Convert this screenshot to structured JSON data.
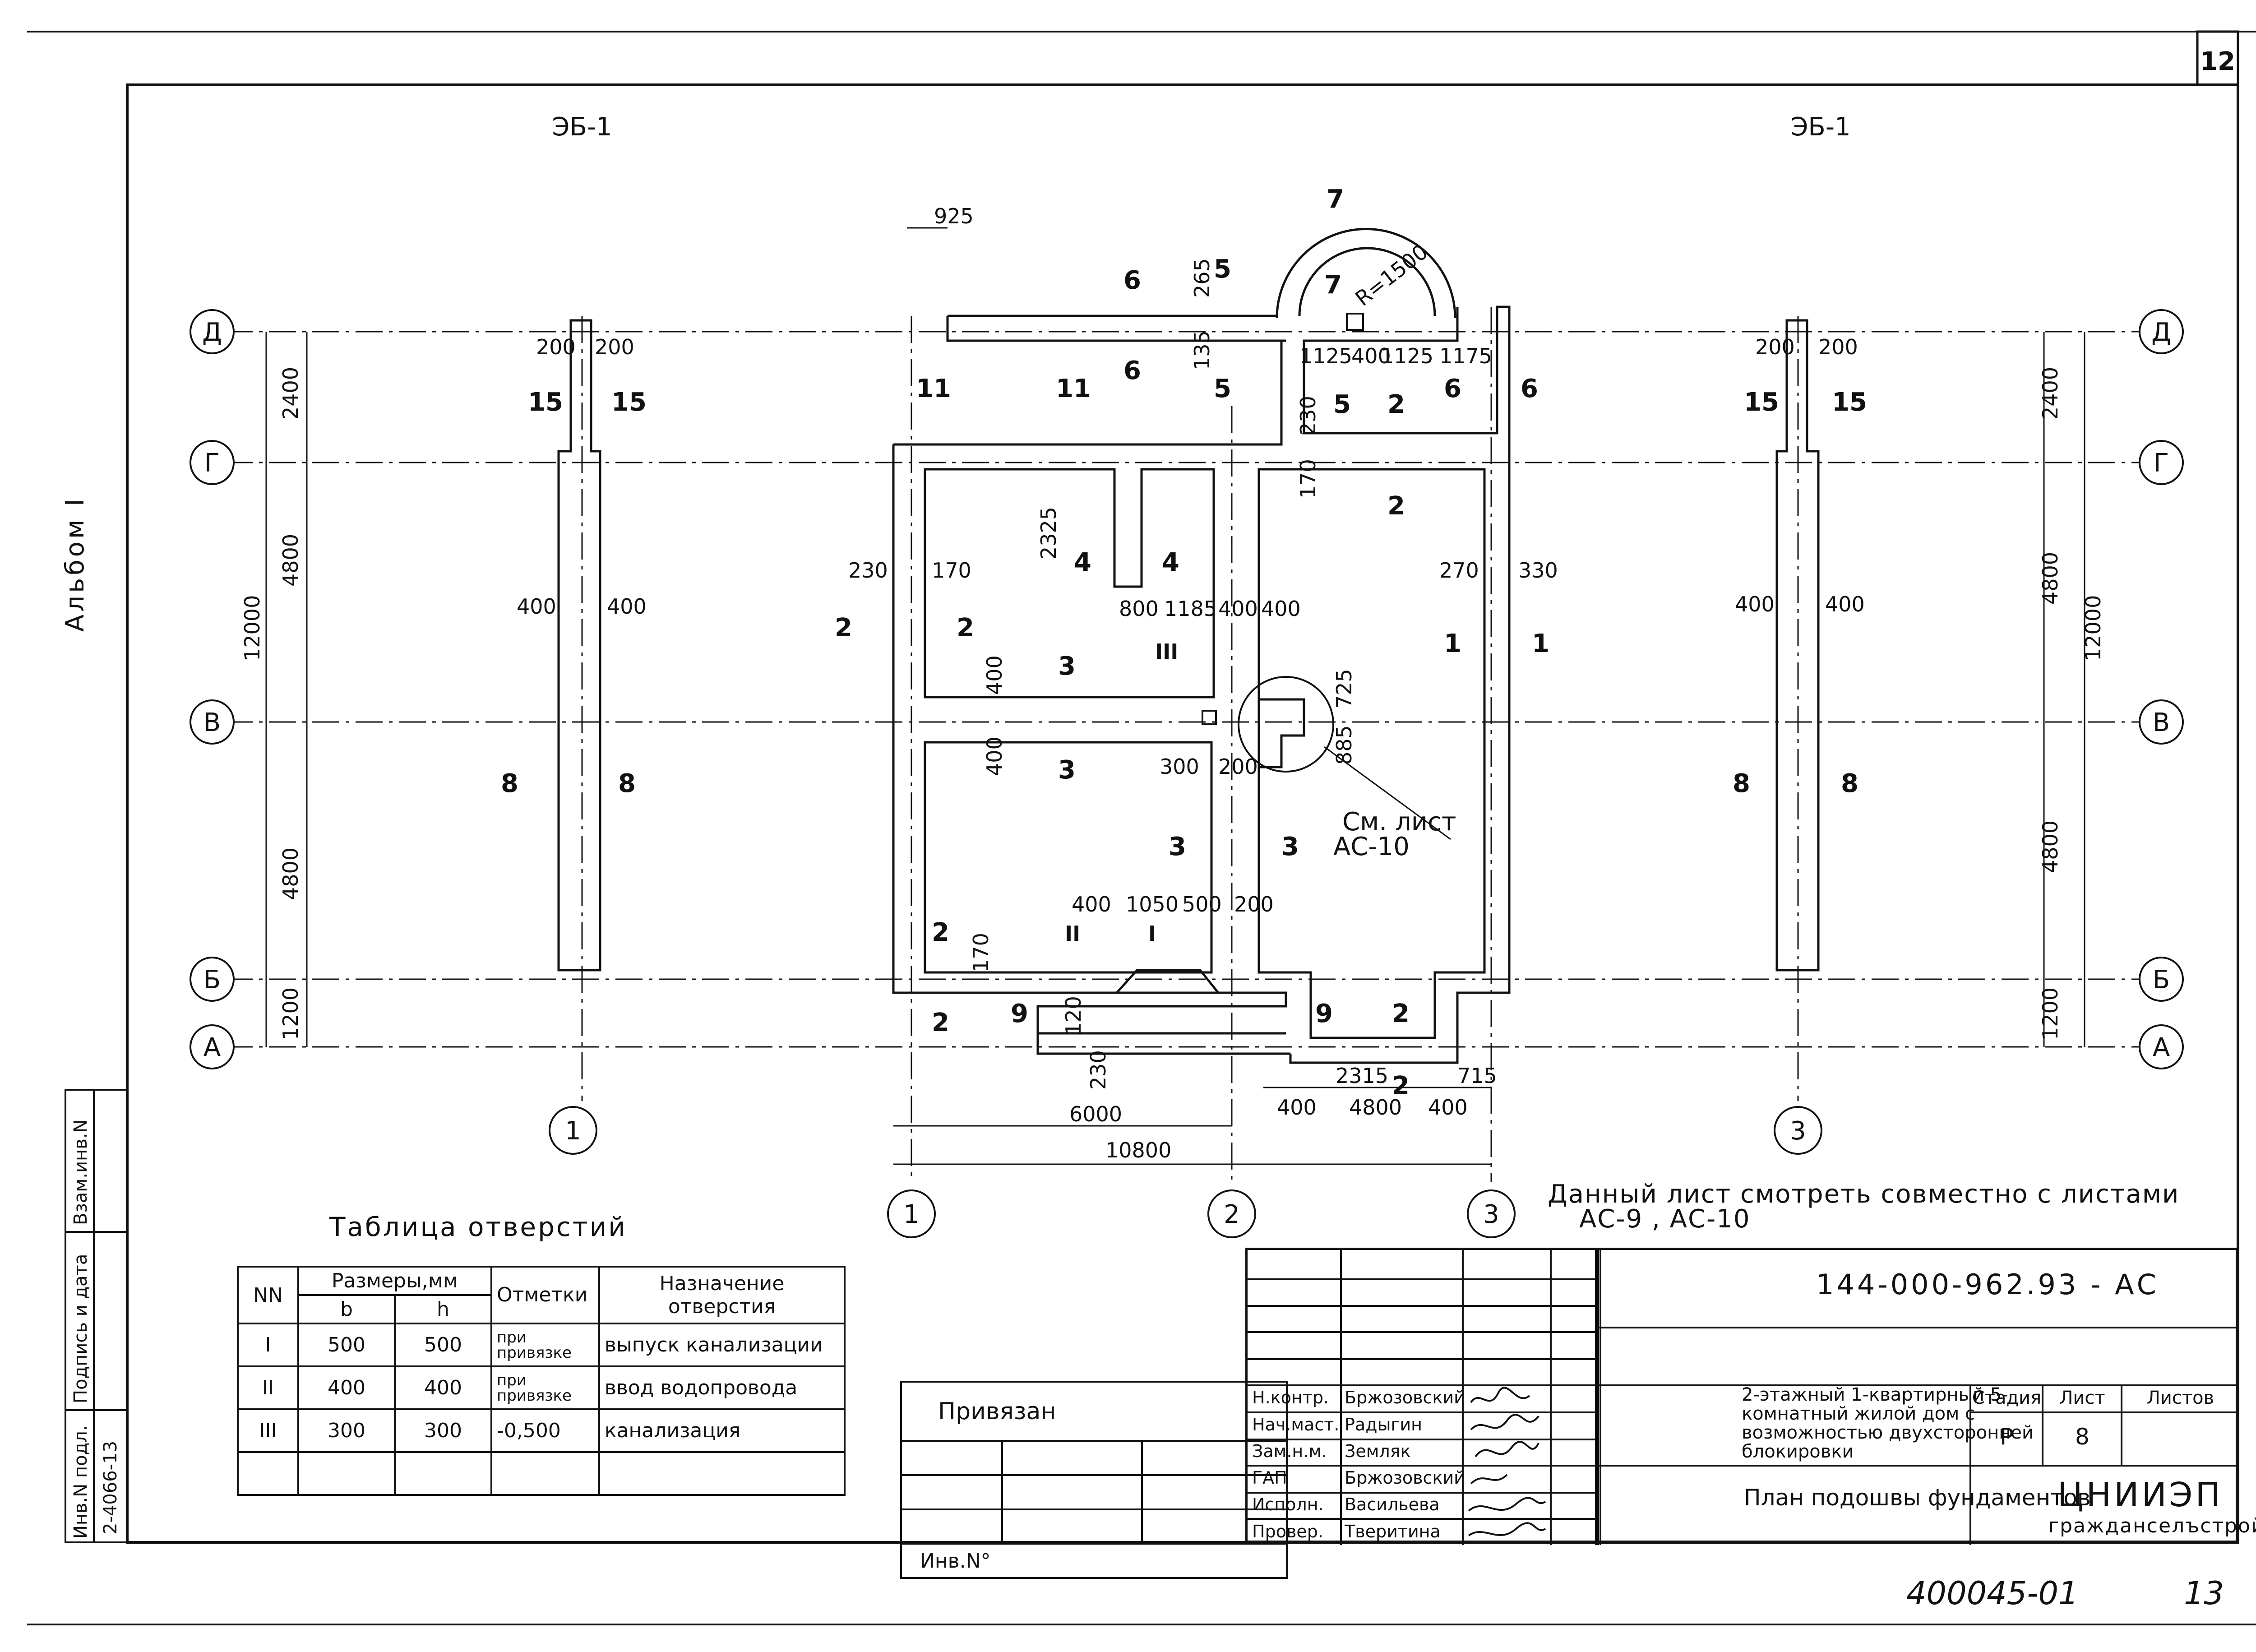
{
  "sheet_number": "12",
  "page_number": "13",
  "archive_code": "400045-01",
  "album_label": "Альбом I",
  "left_stamp": {
    "col_inv": "Инв.N подл.",
    "col_sign": "Подпись и дата",
    "col_vzam": "Взам.инв.N",
    "inv_value": "2-4066-13"
  },
  "plan": {
    "eb_left": "ЭБ-1",
    "eb_right": "ЭБ-1",
    "axes_rows": [
      "Д",
      "Г",
      "В",
      "Б",
      "А"
    ],
    "axes_cols": [
      "1",
      "2",
      "3"
    ],
    "dims": {
      "d925": "925",
      "d2400": "2400",
      "d4800": "4800",
      "d12000": "12000",
      "d1200": "1200",
      "d200": "200",
      "d400": "400",
      "d230": "230",
      "d170": "170",
      "d2325": "2325",
      "d800": "800",
      "d1185": "1185",
      "d270": "270",
      "d330": "330",
      "d265": "265",
      "d135": "135",
      "d1125": "1125",
      "d1175": "1175",
      "r1500": "R=1500",
      "d725": "725",
      "d885": "885",
      "d300": "300",
      "d1050": "1050",
      "d500": "500",
      "d120": "120",
      "d2315": "2315",
      "d715": "715",
      "d6000": "6000",
      "d10800": "10800"
    },
    "section_marks": [
      "1",
      "2",
      "3",
      "4",
      "5",
      "6",
      "7",
      "8",
      "9",
      "11",
      "15"
    ],
    "holes": [
      "I",
      "II",
      "III"
    ],
    "see_sheet_line1": "См. лист",
    "see_sheet_line2": "АС-10"
  },
  "note_line1": "Данный лист смотреть совместно с листами",
  "note_line2": "АС-9 , АС-10",
  "holes_table": {
    "title": "Таблица отверстий",
    "headers": {
      "no": "NN",
      "sizes": "Размеры,мм",
      "b": "b",
      "h": "h",
      "marks": "Отметки",
      "purpose_line1": "Назначение",
      "purpose_line2": "отверстия"
    },
    "rows": [
      {
        "no": "I",
        "b": "500",
        "h": "500",
        "mark1": "при",
        "mark2": "привязке",
        "purpose": "выпуск канализации"
      },
      {
        "no": "II",
        "b": "400",
        "h": "400",
        "mark1": "при",
        "mark2": "привязке",
        "purpose": "ввод водопровода"
      },
      {
        "no": "III",
        "b": "300",
        "h": "300",
        "mark1": "-0,500",
        "mark2": "",
        "purpose": "канализация"
      }
    ]
  },
  "stamp": {
    "privyazan": "Привязан",
    "inv_no": "Инв.N°"
  },
  "title_block": {
    "doc_code": "144-000-962.93 - АС",
    "signers": [
      {
        "role": "Н.контр.",
        "name": "Бржозовский"
      },
      {
        "role": "Нач.маст.",
        "name": "Радыгин"
      },
      {
        "role": "Зам.н.м.",
        "name": "Земляк"
      },
      {
        "role": "ГАП",
        "name": "Бржозовский"
      },
      {
        "role": "Исполн.",
        "name": "Васильева"
      },
      {
        "role": "Провер.",
        "name": "Тверитина"
      }
    ],
    "project_name": "2-этажный 1-квартирный 5-комнатный жилой дом с возможностью двухсторонней блокировки",
    "sheet_name": "План подошвы фундаментов",
    "stage_label": "Стадия",
    "sheet_label": "Лист",
    "sheets_label": "Листов",
    "stage_value": "Р",
    "sheet_value": "8",
    "sheets_value": "",
    "org_line1": "ЦНИИЭП",
    "org_line2": "гражданселъстрой"
  }
}
